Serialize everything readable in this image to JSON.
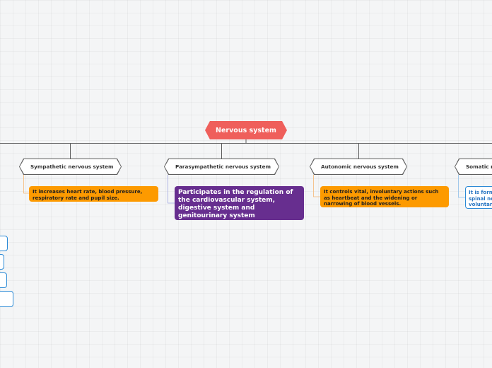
{
  "root": {
    "label": "Nervous system"
  },
  "topics": [
    {
      "label": "Sympathetic nervous system"
    },
    {
      "label": "Parasympathetic nervous system"
    },
    {
      "label": "Autonomic nervous system"
    },
    {
      "label": "Somatic n"
    }
  ],
  "notes": [
    {
      "text": "It increases heart rate, blood pressure, respiratory rate and pupil size.",
      "color": "#fd9a00"
    },
    {
      "text": "Participates in the regulation of the cardiovascular system, digestive system and genitourinary system",
      "color": "#672e8f"
    },
    {
      "text": "It controls vital, involuntary actions such as heartbeat and the widening or narrowing of blood vessels.",
      "color": "#fd9a00"
    },
    {
      "lines": [
        "It is forn",
        "spinal ne",
        "voluntar"
      ],
      "color": "#2c8ad6"
    }
  ],
  "colors": {
    "root": "#ef5f5b",
    "connector": "#5d5d5d",
    "note_border": "#2c8ad6"
  }
}
